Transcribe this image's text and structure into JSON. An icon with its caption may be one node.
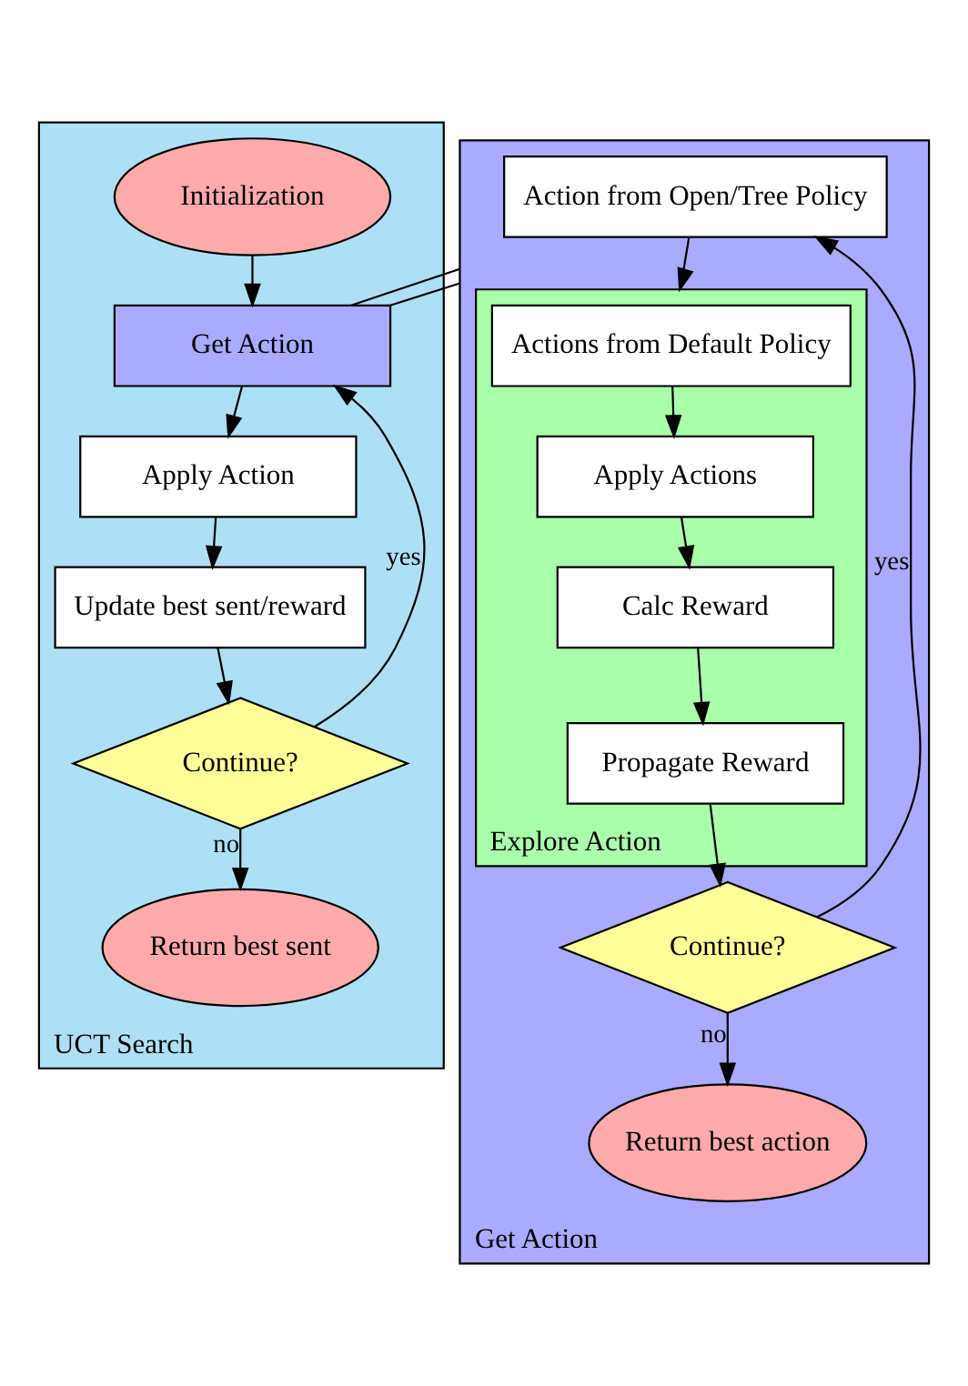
{
  "diagram": {
    "nodes": [
      {
        "text": [
          "UCT Search"
        ]
      },
      {
        "text": [
          "Initialization"
        ],
        "in": 0
      },
      {
        "text": [
          "Get Action"
        ],
        "in": 0
      },
      {
        "text": [
          "Apply Action"
        ],
        "in": 0
      },
      {
        "text": [
          "Update best sent/reward"
        ],
        "in": 0
      },
      {
        "text": [
          "Continue?"
        ],
        "in": 0
      },
      {
        "text": [
          "Return best sent"
        ],
        "in": 0
      },
      {
        "text": [
          "Get Action"
        ]
      },
      {
        "text": [
          "Action from Open/Tree Policy"
        ],
        "in": 7
      },
      {
        "text": [
          "Explore Action"
        ],
        "in": 7
      },
      {
        "text": [
          "Actions from Default Policy"
        ],
        "in": 9
      },
      {
        "text": [
          "Apply Actions"
        ],
        "in": 9
      },
      {
        "text": [
          "Calc Reward"
        ],
        "in": 9
      },
      {
        "text": [
          "Propagate Reward"
        ],
        "in": 9
      },
      {
        "text": [
          "Continue?"
        ],
        "in": 7
      },
      {
        "text": [
          "Return best action"
        ],
        "in": 7
      }
    ],
    "edges": [
      {
        "from": 1,
        "to": 2,
        "arrow": "to"
      },
      {
        "from": 2,
        "to": 3,
        "arrow": "to"
      },
      {
        "from": 3,
        "to": 4,
        "arrow": "to"
      },
      {
        "from": 4,
        "to": 5,
        "arrow": "to"
      },
      {
        "from": 5,
        "to": 2,
        "arrow": "to",
        "label": "yes"
      },
      {
        "from": 5,
        "to": 6,
        "arrow": "to",
        "label": "no"
      },
      {
        "from": 2,
        "to": 7,
        "arrow": "none"
      },
      {
        "from": 2,
        "to": 7,
        "arrow": "none"
      },
      {
        "from": 8,
        "to": 9,
        "arrow": "to"
      },
      {
        "from": 10,
        "to": 11,
        "arrow": "to"
      },
      {
        "from": 11,
        "to": 12,
        "arrow": "to"
      },
      {
        "from": 12,
        "to": 13,
        "arrow": "to"
      },
      {
        "from": 13,
        "to": 14,
        "arrow": "to"
      },
      {
        "from": 14,
        "to": 8,
        "arrow": "to",
        "label": "yes"
      },
      {
        "from": 14,
        "to": 15,
        "arrow": "to",
        "label": "no"
      }
    ]
  }
}
